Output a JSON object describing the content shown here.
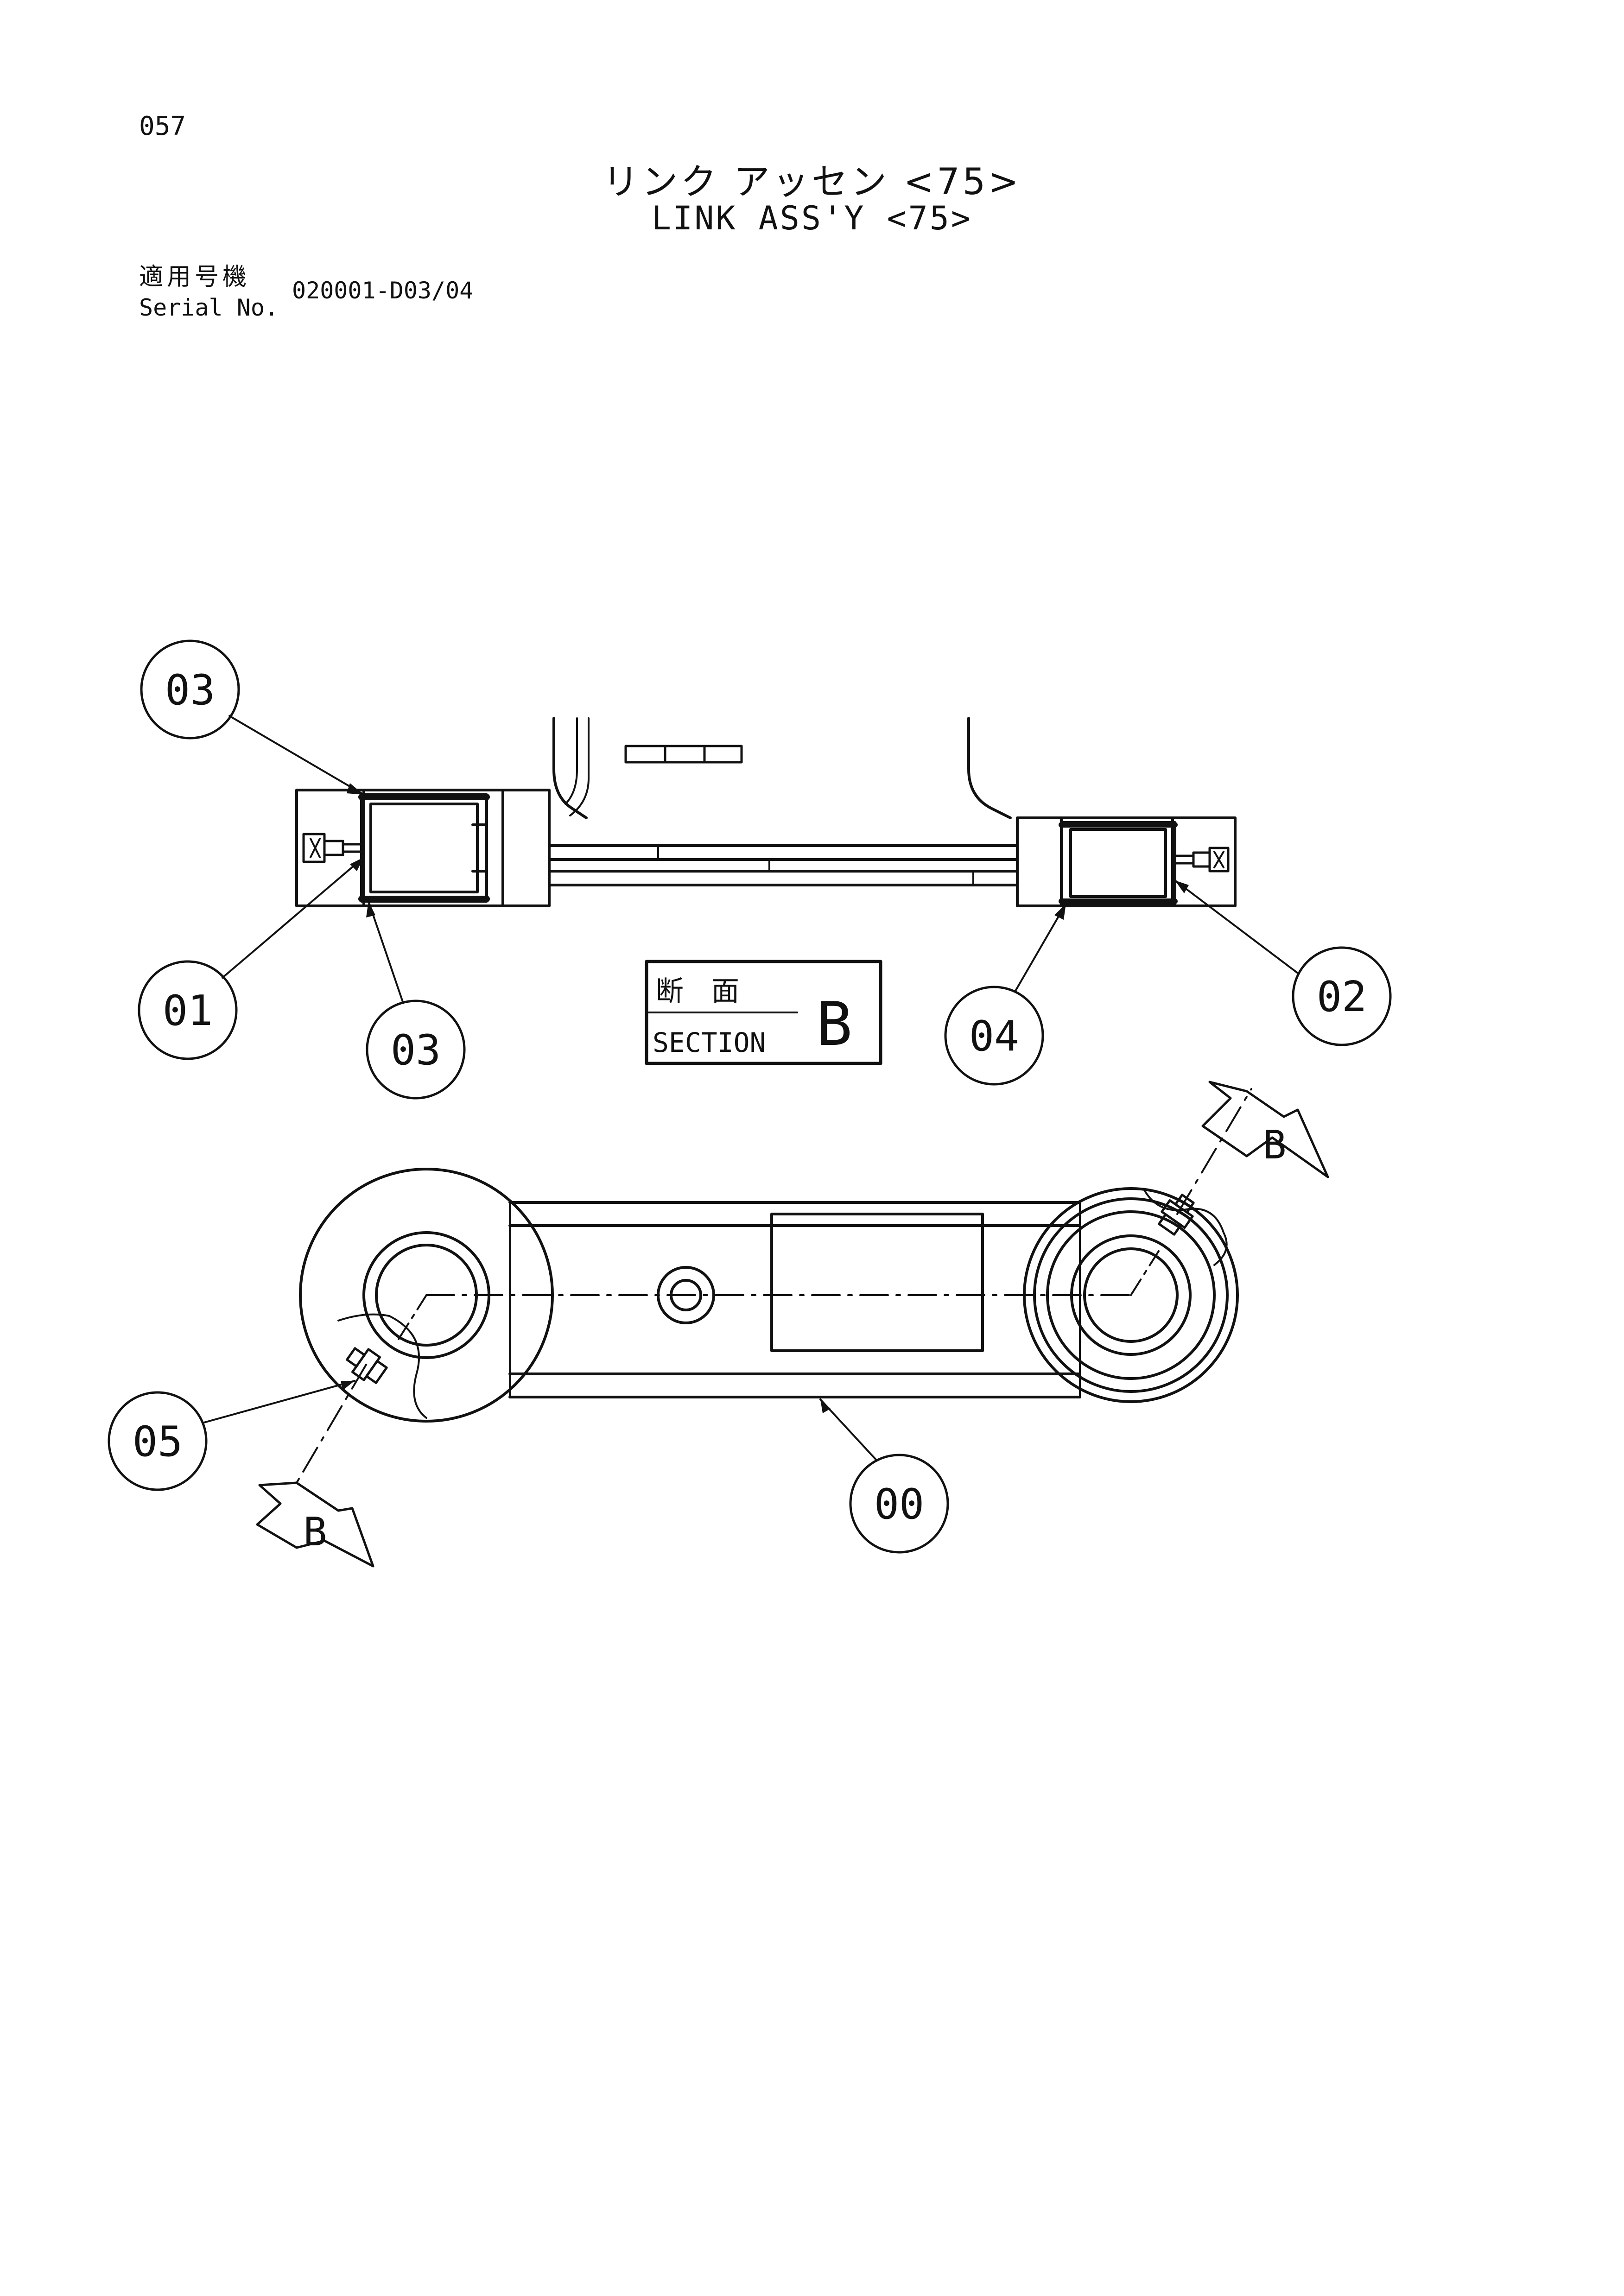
{
  "page": {
    "number": "057",
    "title_jp": "リンク アッセン <75>",
    "title_en": "LINK ASS'Y <75>",
    "serial_label_jp": "適用号機",
    "serial_label_en": "Serial No.",
    "serial_value": "020001-D03/04"
  },
  "callouts": {
    "c00": "00",
    "c01": "01",
    "c02": "02",
    "c03_top": "03",
    "c03_bottom": "03",
    "c04": "04",
    "c05": "05"
  },
  "section_box": {
    "label_jp": "断　面",
    "label_en": "SECTION",
    "letter": "B"
  },
  "section_arrows": {
    "upper_right": "B",
    "lower_left": "B"
  }
}
